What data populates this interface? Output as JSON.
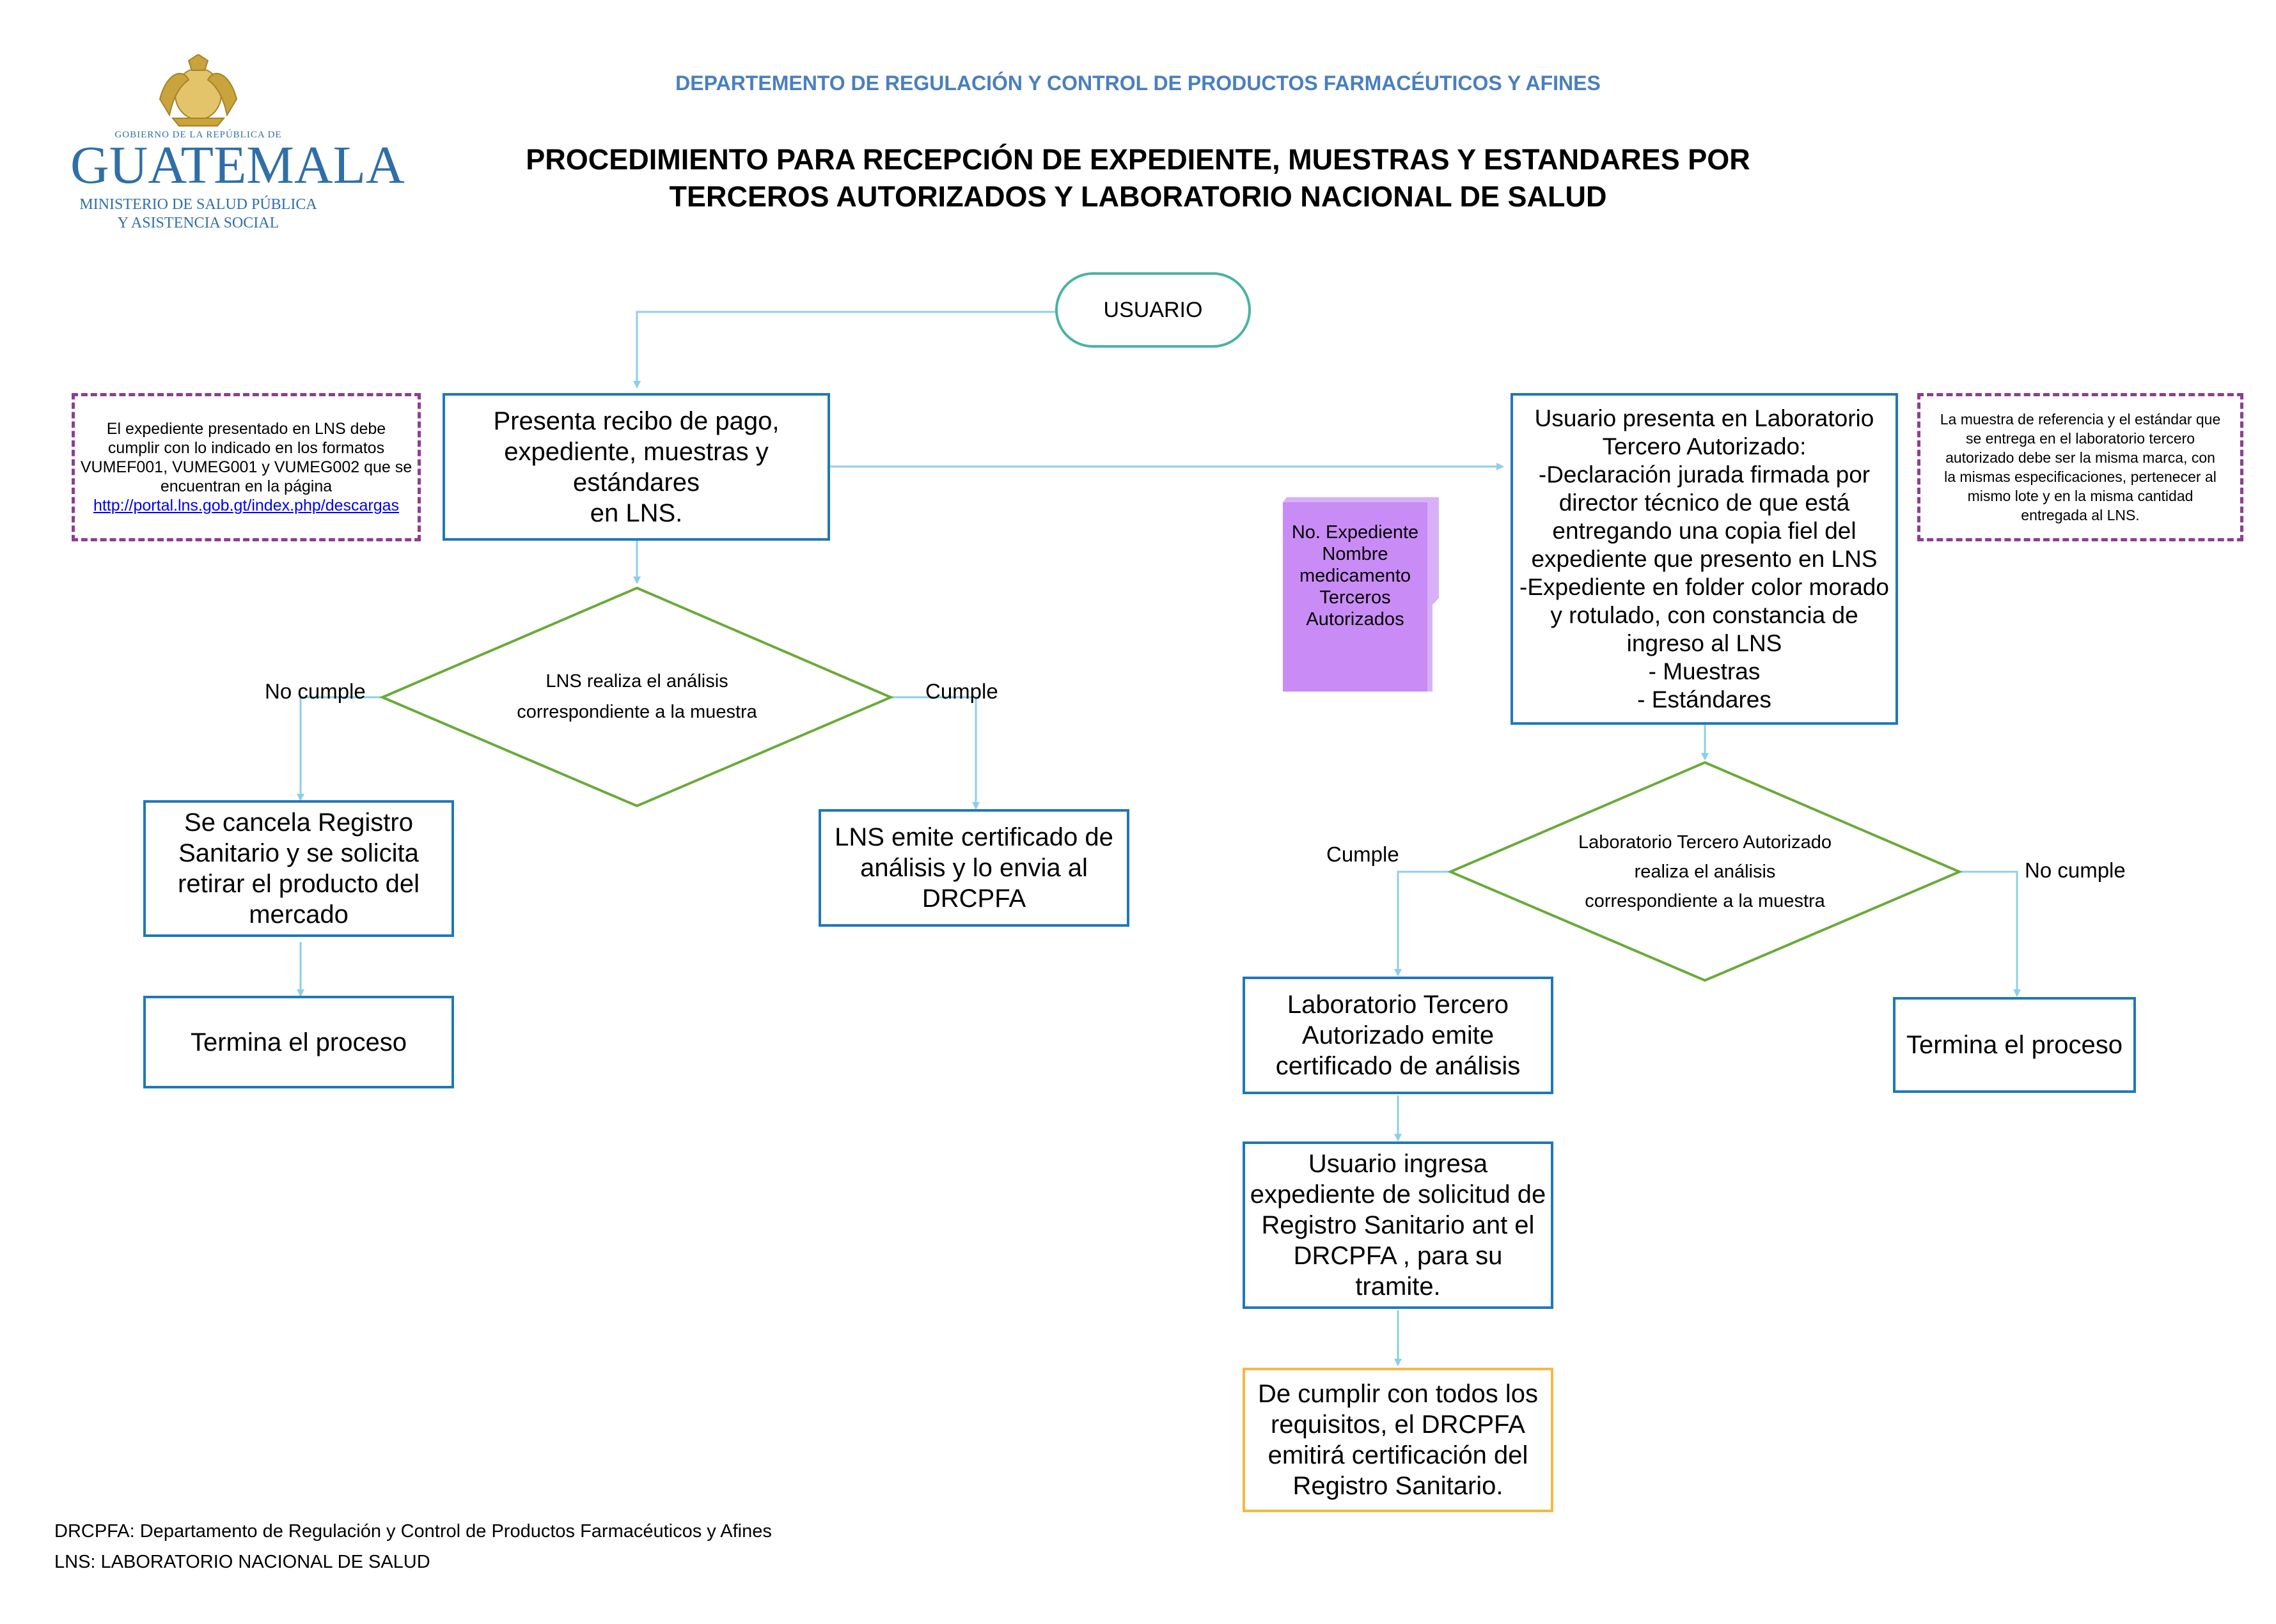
{
  "header": {
    "department": "DEPARTEMENTO DE REGULACIÓN Y CONTROL DE PRODUCTOS FARMACÉUTICOS Y AFINES",
    "title_line1": "PROCEDIMIENTO PARA RECEPCIÓN DE EXPEDIENTE, MUESTRAS Y ESTANDARES POR",
    "title_line2": "TERCEROS AUTORIZADOS Y LABORATORIO NACIONAL DE SALUD"
  },
  "logo": {
    "top_text": "GOBIERNO DE LA REPÚBLICA DE",
    "name": "GUATEMALA",
    "ministry_line1": "MINISTERIO DE SALUD PÚBLICA",
    "ministry_line2": "Y ASISTENCIA SOCIAL",
    "gold": "#c9a33b",
    "blue": "#2f6fa6"
  },
  "colors": {
    "process_border": "#1f78b8",
    "decision_border": "#6aaa3a",
    "terminal_border": "#4bb3a0",
    "arrow": "#8ecfe8",
    "note_border": "#8e3d92",
    "final_border": "#f4b943",
    "sticky": "#c98bf5"
  },
  "start": {
    "label": "USUARIO"
  },
  "note_left": {
    "lines": [
      "El expediente presentado en LNS debe",
      "cumplir con lo indicado en los formatos",
      "VUMEF001, VUMEG001 y VUMEG002 que se",
      "encuentran en la página"
    ],
    "link": "http://portal.lns.gob.gt/index.php/descargas"
  },
  "note_right": {
    "lines": [
      "La muestra de referencia y el estándar que",
      "se entrega en el laboratorio tercero",
      "autorizado debe ser la misma marca, con",
      "la mismas especificaciones, pertenecer al",
      "mismo lote y en la misma cantidad",
      "entregada al LNS."
    ]
  },
  "sticky": {
    "lines": [
      "No. Expediente",
      "Nombre",
      "medicamento",
      "Terceros",
      "Autorizados"
    ]
  },
  "left_flow": {
    "present": {
      "lines": [
        "Presenta recibo de pago,",
        "expediente, muestras y estándares",
        "en LNS."
      ]
    },
    "decision": {
      "lines": [
        "LNS realiza el análisis",
        "correspondiente a la muestra"
      ]
    },
    "no_label": "No cumple",
    "yes_label": "Cumple",
    "cancel": {
      "lines": [
        "Se cancela Registro",
        "Sanitario y se solicita",
        "retirar el producto del",
        "mercado"
      ]
    },
    "end": {
      "label": "Termina el proceso"
    },
    "certificate": {
      "lines": [
        "LNS  emite certificado de",
        "análisis y lo envia al",
        "DRCPFA"
      ]
    }
  },
  "right_flow": {
    "present": {
      "lines": [
        "Usuario presenta en Laboratorio",
        "Tercero Autorizado:",
        "-Declaración jurada firmada por",
        "director técnico de que está",
        "entregando una copia fiel del",
        "expediente que presento en LNS",
        "-Expediente en folder color morado",
        "y rotulado,  con constancia de",
        "ingreso al LNS",
        "- Muestras",
        "- Estándares"
      ]
    },
    "decision": {
      "lines": [
        "Laboratorio Tercero Autorizado",
        "realiza el análisis",
        "correspondiente a la muestra"
      ]
    },
    "yes_label": "Cumple",
    "no_label": "No cumple",
    "certificate": {
      "lines": [
        "Laboratorio Tercero",
        "Autorizado  emite",
        "certificado de análisis"
      ]
    },
    "submit": {
      "lines": [
        "Usuario ingresa",
        "expediente de solicitud de",
        "Registro Sanitario ant el",
        "DRCPFA , para su",
        "tramite."
      ]
    },
    "final": {
      "lines": [
        "De cumplir con todos los",
        "requisitos, el DRCPFA",
        "emitirá certificación del",
        "Registro Sanitario."
      ]
    },
    "end": {
      "label": "Termina el proceso"
    }
  },
  "footer": {
    "line1": "DRCPFA: Departamento de Regulación y Control de Productos Farmacéuticos y Afines",
    "line2": "LNS: LABORATORIO NACIONAL DE SALUD"
  }
}
